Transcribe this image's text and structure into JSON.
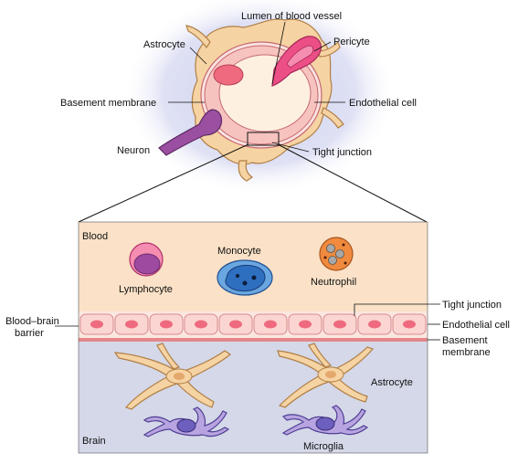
{
  "top_view": {
    "lumen_label": "Lumen of blood vessel",
    "astrocyte_label": "Astrocyte",
    "pericyte_label": "Pericyte",
    "basement_membrane_label": "Basement membrane",
    "endothelial_cell_label": "Endothelial cell",
    "neuron_label": "Neuron",
    "tight_junction_label": "Tight junction"
  },
  "detail_view": {
    "blood_label": "Blood",
    "lymphocyte_label": "Lymphocyte",
    "monocyte_label": "Monocyte",
    "neutrophil_label": "Neutrophil",
    "tight_junction_label": "Tight junction",
    "endothelial_cell_label": "Endothelial cell",
    "basement_membrane_label_line1": "Basement",
    "basement_membrane_label_line2": "membrane",
    "bbb_label_line1": "Blood–brain",
    "bbb_label_line2": "barrier",
    "astrocyte_label": "Astrocyte",
    "microglia_label": "Microglia",
    "brain_label": "Brain"
  },
  "colors": {
    "glow": "#cdd0ee",
    "astrocyte_fill": "#f6d3a3",
    "endothelium_fill": "#f7c3bf",
    "lumen_fill": "#fdf0e0",
    "pericyte_fill": "#ec4f86",
    "neuron_fill": "#9a4fa0",
    "blood_bg": "#fae1c7",
    "brain_bg": "#d4d8e8",
    "cell_border": "#d88a8e",
    "nucleus": "#ef6a7e",
    "monocyte_fill": "#2f6fc0",
    "microglia_fill": "#6d5fbd"
  }
}
